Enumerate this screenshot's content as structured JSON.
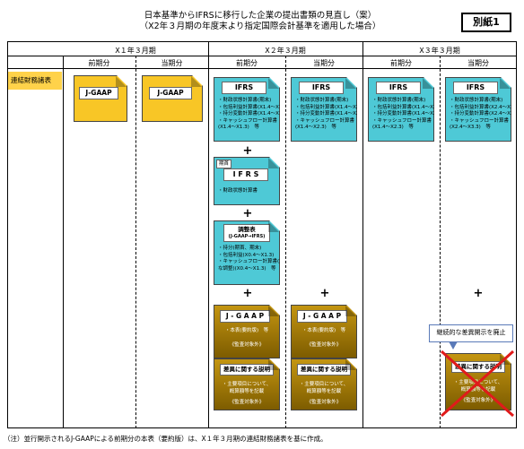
{
  "title": {
    "line1": "日本基準からIFRSに移行した企業の提出書類の見直し（案）",
    "line2": "（X2年３月期の年度末より指定国際会計基準を適用した場合）"
  },
  "badge": "別紙1",
  "headers": {
    "year1": "X１年３月期",
    "year2": "X２年３月期",
    "year3": "X３年３月期",
    "prior": "前期分",
    "current": "当期分"
  },
  "row_label": "連結財務諸表",
  "jgaap": "J-GAAP",
  "ifrs": "IFRS",
  "ifrs_spaced": "I F R S",
  "prior_tag": "期首",
  "statements_x2_prior": "・財政状態計算書(期末)\n・包括利益計算書(X1.4〜X1.3)\n・持分変動計算書(X1.4〜X1.3)\n・キャッシュフロー計算書\n(X1.4〜X1.3)　等",
  "statements_x2_cur": "・財政状態計算書(期末)\n・包括利益計算書(X1.4〜X2.3)\n・持分変動計算書(X1.4〜X2.3)\n・キャッシュフロー計算書\n(X1.4〜X2.3)　等",
  "statements_x3_prior": "・財政状態計算書(期末)\n・包括利益計算書(X1.4〜X2.3)\n・持分変動計算書(X1.4〜X2.3)\n・キャッシュフロー計算書\n(X1.4〜X2.3)　等",
  "statements_x3_cur": "・財政状態計算書(期末)\n・包括利益計算書(X2.4〜X3.3)\n・持分変動計算書(X2.4〜X3.3)\n・キャッシュフロー計算書\n(X2.4〜X3.3)　等",
  "opening_items": "・財政状態計算書",
  "recon_title": "調整表",
  "recon_sub": "(J-GAAP→IFRS)",
  "recon_items": "・持分(期首、期末)\n・包括利益(X0.4〜X1.3)\n・キャッシュフロー計算書(重要\nな調整)(X0.4〜X1.3)　等",
  "plus": "+",
  "jgaap_spaced": "J - G A A P",
  "jgaap_body": "・本表(要約版)　等",
  "audit_excluded": "《監査対象外》",
  "diff_title": "差異に関する説明",
  "diff_body": "・主要項目について、\n概算額等を記載",
  "callout": "継続的な差異開示を廃止",
  "footnote": "（注）並行開示されるJ-GAAPによる前期分の本表（要約版）は、X１年３月期の連結財務諸表を基に作成。"
}
